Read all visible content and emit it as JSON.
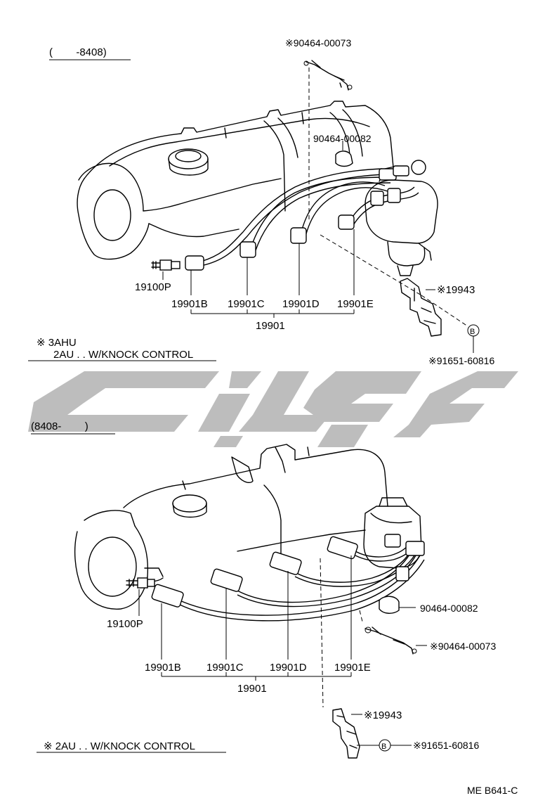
{
  "top": {
    "range": "(        -8408)",
    "parts": {
      "bolt_clip": "※90464-00073",
      "clamp": "90464-00082",
      "plug": "19100P",
      "wire_b": "19901B",
      "wire_c": "19901C",
      "wire_d": "19901D",
      "wire_e": "19901E",
      "wire_set": "19901",
      "bracket": "※19943",
      "bolt_marker": "B",
      "bolt": "※91651-60816"
    },
    "note_line1": "※ 3AHU",
    "note_line2": "2AU . . W/KNOCK CONTROL"
  },
  "bottom": {
    "range": "(8408-        )",
    "parts": {
      "plug": "19100P",
      "clamp": "90464-00082",
      "bolt_clip": "※90464-00073",
      "wire_b": "19901B",
      "wire_c": "19901C",
      "wire_d": "19901D",
      "wire_e": "19901E",
      "wire_set": "19901",
      "bracket": "※19943",
      "bolt_marker": "B",
      "bolt": "※91651-60816"
    },
    "note": "※ 2AU . . W/KNOCK CONTROL"
  },
  "page_code": "ME B641-C"
}
